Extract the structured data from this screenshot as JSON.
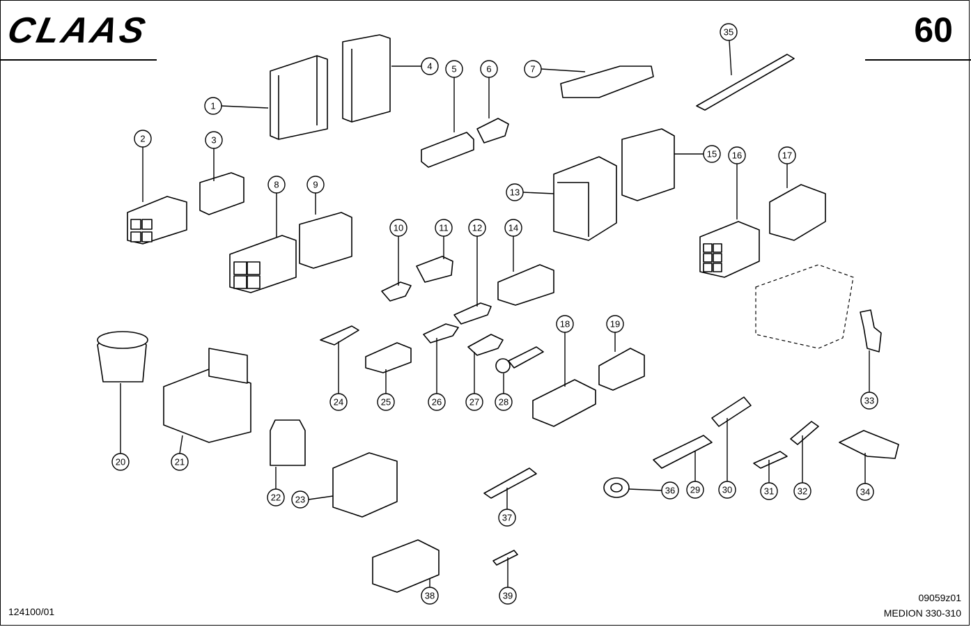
{
  "header": {
    "brand": "CLAAS",
    "page_number": "60"
  },
  "footer": {
    "doc_left": "124100/01",
    "drawing_id": "09059z01",
    "model": "MEDION 330-310"
  },
  "callouts": [
    "1",
    "2",
    "3",
    "4",
    "5",
    "6",
    "7",
    "8",
    "9",
    "10",
    "11",
    "12",
    "13",
    "14",
    "15",
    "16",
    "17",
    "18",
    "19",
    "20",
    "21",
    "22",
    "23",
    "24",
    "25",
    "26",
    "27",
    "28",
    "29",
    "30",
    "31",
    "32",
    "33",
    "34",
    "35",
    "36",
    "37",
    "38",
    "39"
  ]
}
